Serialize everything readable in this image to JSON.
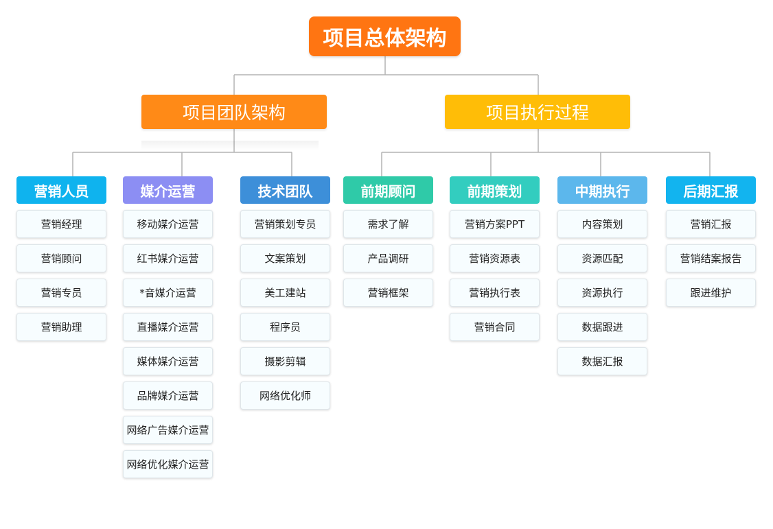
{
  "root": {
    "title": "项目总体架构",
    "color": "#ff7512"
  },
  "level1": [
    {
      "title": "项目团队架构",
      "color": "#ff8a17",
      "categories": [
        {
          "title": "营销人员",
          "color": "#0fb3ee",
          "items": [
            "营销经理",
            "营销顾问",
            "营销专员",
            "营销助理"
          ]
        },
        {
          "title": "媒介运营",
          "color": "#8c8ef3",
          "items": [
            "移动媒介运营",
            "红书媒介运营",
            "*音媒介运营",
            "直播媒介运营",
            "媒体媒介运营",
            "品牌媒介运营",
            "网络广告媒介运营",
            "网络优化媒介运营"
          ]
        },
        {
          "title": "技术团队",
          "color": "#3d8fd9",
          "items": [
            "营销策划专员",
            "文案策划",
            "美工建站",
            "程序员",
            "摄影剪辑",
            "网络优化师"
          ]
        }
      ]
    },
    {
      "title": "项目执行过程",
      "color": "#ffbd07",
      "categories": [
        {
          "title": "前期顾问",
          "color": "#2fcaa8",
          "items": [
            "需求了解",
            "产品调研",
            "营销框架"
          ]
        },
        {
          "title": "前期策划",
          "color": "#33cdbf",
          "items": [
            "营销方案PPT",
            "营销资源表",
            "营销执行表",
            "营销合同"
          ]
        },
        {
          "title": "中期执行",
          "color": "#5cb7ec",
          "items": [
            "内容策划",
            "资源匹配",
            "资源执行",
            "数据跟进",
            "数据汇报"
          ]
        },
        {
          "title": "后期汇报",
          "color": "#12b4ef",
          "items": [
            "营销汇报",
            "营销结案报告",
            "跟进维护"
          ]
        }
      ]
    }
  ]
}
